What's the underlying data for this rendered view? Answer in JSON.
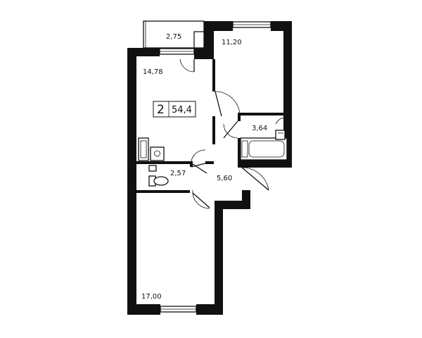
{
  "apartment": {
    "rooms_count": "2",
    "total_area": "54,4"
  },
  "rooms": {
    "balcony": "2,75",
    "bedroom": "11,20",
    "kitchen": "14,78",
    "bathroom": "3,64",
    "toilet": "2,57",
    "hall": "5,60",
    "living_room": "17,00"
  }
}
